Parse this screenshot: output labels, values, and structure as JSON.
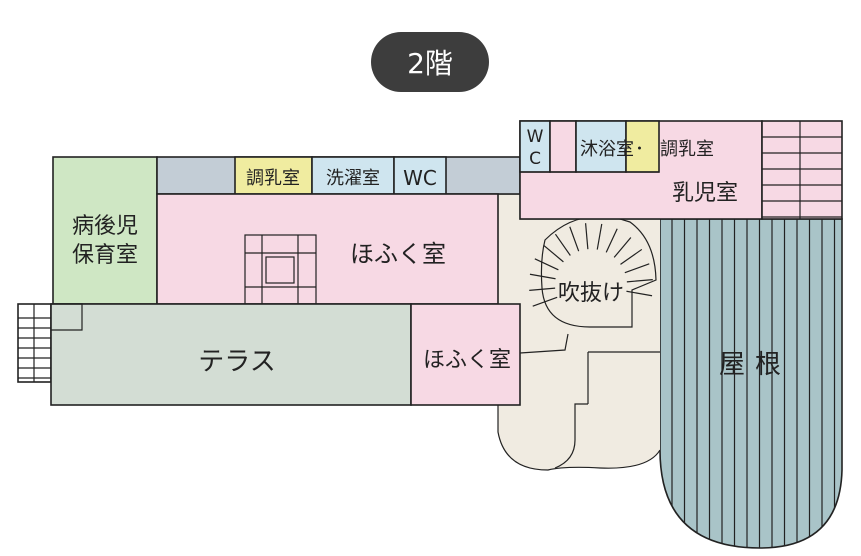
{
  "floor_badge": "2階",
  "rooms": {
    "sick_child_care": [
      "病後児",
      "保育室"
    ],
    "formula_room_top": "調乳室",
    "laundry": "洗濯室",
    "wc_top": "WC",
    "wc_vertical": [
      "W",
      "C"
    ],
    "bath_room": "沐浴室",
    "bath_separator": "･",
    "formula_room_right": "調乳室",
    "infant_room": "乳児室",
    "nursery_room_main": "ほふく室",
    "nursery_room_small": "ほふく室",
    "atrium": "吹抜け",
    "terrace": "テラス",
    "roof": [
      "屋",
      "根"
    ]
  },
  "colors": {
    "badge": "#3d3d3d",
    "green_room": "#cfe7c4",
    "pink_room": "#f7d9e4",
    "service_strip": "#c3cdd6",
    "yellow_room": "#f0eca0",
    "blue_room": "#cfe5ef",
    "terrace": "#d3ddd4",
    "corridor": "#f0ebe1",
    "roof": "#a9c4c8"
  }
}
